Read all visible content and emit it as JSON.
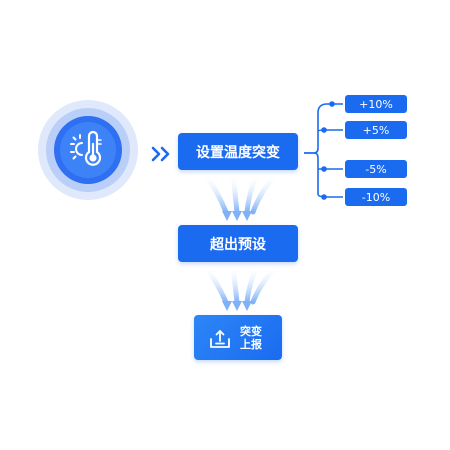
{
  "nodes": {
    "set_temp_change": "设置温度突变",
    "exceed_preset": "超出预设",
    "report_line1": "突变",
    "report_line2": "上报"
  },
  "options": [
    "+10%",
    "+5%",
    "-5%",
    "-10%"
  ],
  "icons": {
    "thermometer": "thermometer-sun-icon",
    "chevrons": "double-chevron-right-icon",
    "report": "upload-tray-icon"
  },
  "colors": {
    "primary": "#1a6bf0",
    "ring_light": "#dfe9fb",
    "ring_mid": "#b9cff7"
  }
}
